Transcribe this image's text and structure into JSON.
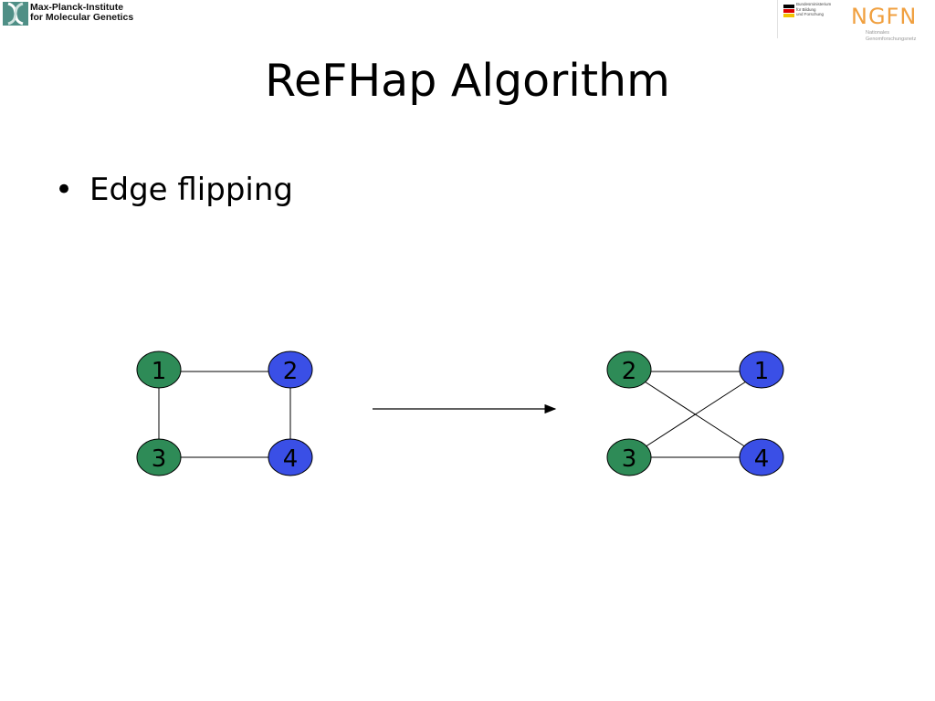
{
  "header": {
    "institute_line1": "Max-Planck-Institute",
    "institute_line2": "for Molecular Genetics",
    "ministry_line1": "Bundesministerium",
    "ministry_line2": "für Bildung",
    "ministry_line3": "und Forschung",
    "ngfn_logo": "NGFN",
    "ngfn_line1": "Nationales",
    "ngfn_line2": "Genomforschungsnetz"
  },
  "slide": {
    "title": "ReFHap Algorithm",
    "bullets": [
      "Edge flipping"
    ]
  },
  "diagram": {
    "colors": {
      "green": "#2e8b57",
      "blue": "#3a4fe6",
      "edge": "#000000"
    },
    "left_graph": {
      "nodes": [
        {
          "label": "1",
          "color": "green"
        },
        {
          "label": "2",
          "color": "blue"
        },
        {
          "label": "3",
          "color": "green"
        },
        {
          "label": "4",
          "color": "blue"
        }
      ],
      "edges": [
        [
          "1",
          "2"
        ],
        [
          "1",
          "3"
        ],
        [
          "2",
          "4"
        ],
        [
          "3",
          "4"
        ]
      ]
    },
    "right_graph": {
      "nodes": [
        {
          "label": "2",
          "color": "green"
        },
        {
          "label": "1",
          "color": "blue"
        },
        {
          "label": "3",
          "color": "green"
        },
        {
          "label": "4",
          "color": "blue"
        }
      ],
      "edges": [
        [
          "2",
          "1"
        ],
        [
          "2",
          "4"
        ],
        [
          "3",
          "1"
        ],
        [
          "3",
          "4"
        ]
      ]
    }
  }
}
